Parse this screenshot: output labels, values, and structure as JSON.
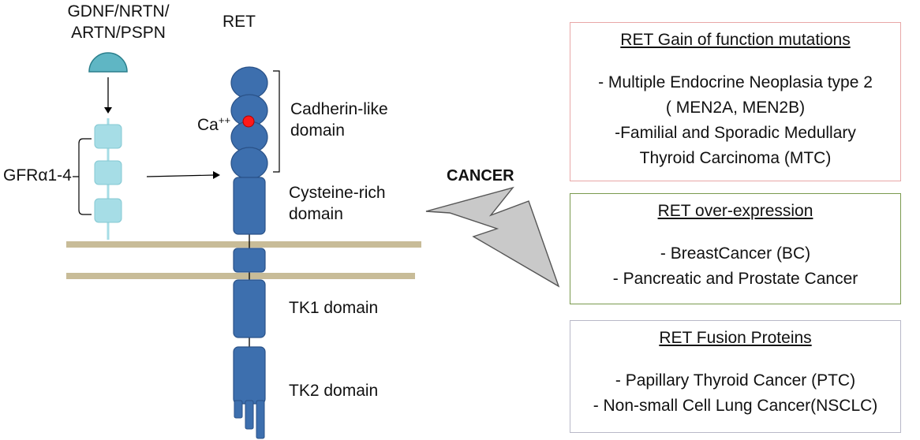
{
  "labels": {
    "ligands_line1": "GDNF/NRTN/",
    "ligands_line2": "ARTN/PSPN",
    "ret": "RET",
    "gfr": "GFRα1-4",
    "ca": "Ca",
    "ca_charge": "++",
    "cadherin_line1": "Cadherin-like",
    "cadherin_line2": "domain",
    "cysteine_line1": "Cysteine-rich",
    "cysteine_line2": "domain",
    "tk1": "TK1 domain",
    "tk2": "TK2 domain",
    "cancer": "CANCER"
  },
  "boxes": {
    "gain": {
      "heading": "RET Gain of function mutations",
      "items": [
        "- Multiple Endocrine Neoplasia type 2",
        "( MEN2A, MEN2B)",
        "-Familial and Sporadic Medullary",
        "Thyroid Carcinoma (MTC)"
      ]
    },
    "overexpression": {
      "heading": "RET over-expression",
      "items": [
        "- BreastCancer (BC)",
        "- Pancreatic and Prostate Cancer"
      ]
    },
    "fusion": {
      "heading": "RET Fusion Proteins",
      "items": [
        "- Papillary Thyroid Cancer (PTC)",
        "- Non-small Cell Lung Cancer(NSCLC)"
      ]
    }
  },
  "colors": {
    "ret_domain": "#3d6fae",
    "gfr": "#a6dde6",
    "ligand": "#5fb6c4",
    "calcium": "#ff1a1a",
    "membrane": "#c8bc98",
    "lightning": "#c9c9c9"
  }
}
